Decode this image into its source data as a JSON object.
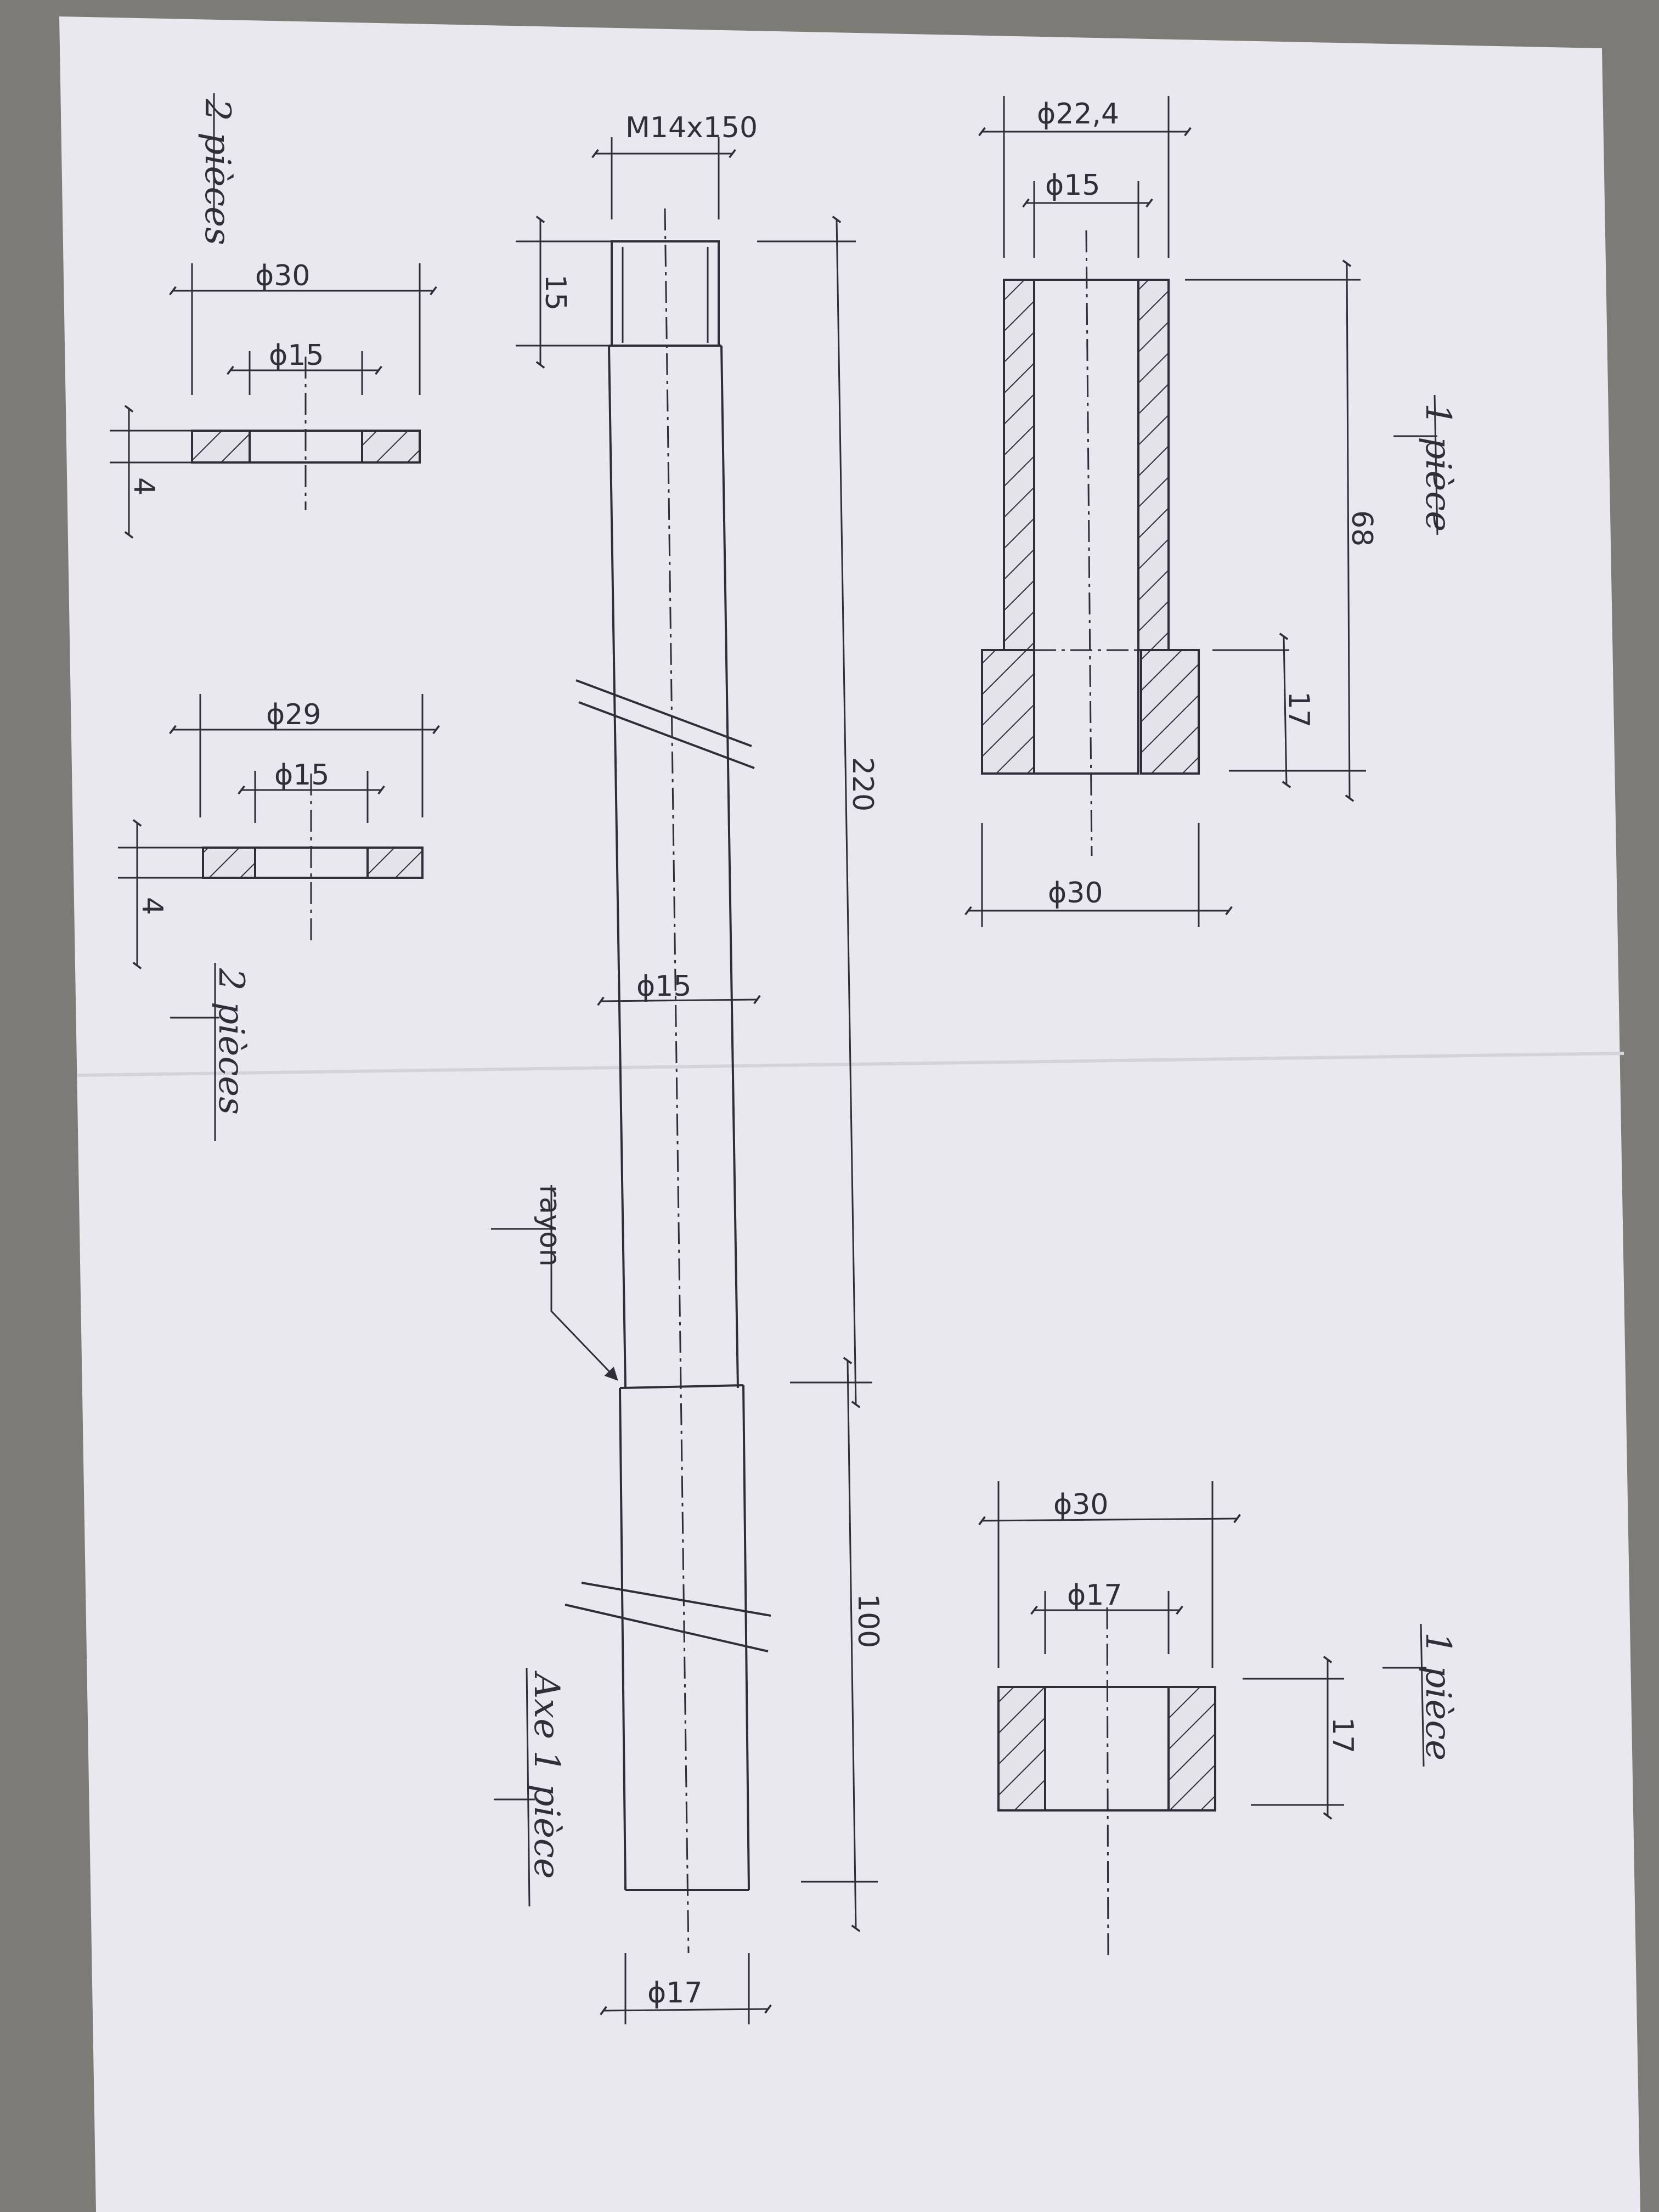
{
  "drawing": {
    "washer1": {
      "outer_dim": "ϕ30",
      "inner_dim": "ϕ15",
      "thickness_dim": "4",
      "qty_label": "2 pièces"
    },
    "washer2": {
      "outer_dim": "ϕ29",
      "inner_dim": "ϕ15",
      "thickness_dim": "4",
      "qty_label": "2 pièces"
    },
    "shaft": {
      "thread_dim": "M14x150",
      "thread_length_dim": "15",
      "total_length_dim": "220",
      "small_dia_dim": "ϕ15",
      "large_length_dim": "100",
      "large_dia_dim": "ϕ17",
      "fillet_note": "rayon",
      "part_label": "Axe 1 pièce"
    },
    "bushing": {
      "top_dia_dim": "ϕ22,4",
      "bore_dim": "ϕ15",
      "length_dim": "68",
      "collar_length_dim": "17",
      "collar_dia_dim": "ϕ30",
      "qty_label": "1 pièce"
    },
    "ring": {
      "outer_dim": "ϕ30",
      "inner_dim": "ϕ17",
      "height_dim": "17",
      "qty_label": "1 pièce"
    }
  },
  "colors": {
    "paper": "#e9e8ee",
    "ink": "#2e2e38",
    "background": "#7d7b76"
  }
}
